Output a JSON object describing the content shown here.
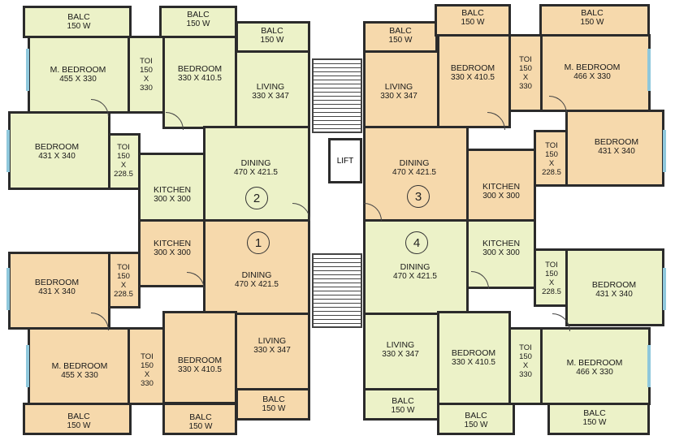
{
  "rooms": {
    "u1_kitchen": {
      "name": "KITCHEN",
      "dim": "300 X 300"
    },
    "u1_dining": {
      "name": "DINING",
      "dim": "470 X 421.5"
    },
    "u1_bed_431": {
      "name": "BEDROOM",
      "dim": "431 X 340"
    },
    "u1_mbed": {
      "name": "M. BEDROOM",
      "dim": "455 X 330"
    },
    "u1_bed_330": {
      "name": "BEDROOM",
      "dim": "330 X 410.5"
    },
    "u1_living": {
      "name": "LIVING",
      "dim": "330 X 347"
    },
    "u2_mbed": {
      "name": "M. BEDROOM",
      "dim": "455 X 330"
    },
    "u2_bed_330": {
      "name": "BEDROOM",
      "dim": "330 X 410.5"
    },
    "u2_living": {
      "name": "LIVING",
      "dim": "330 X 347"
    },
    "u2_bed_431": {
      "name": "BEDROOM",
      "dim": "431 X 340"
    },
    "u2_kitchen": {
      "name": "KITCHEN",
      "dim": "300 X 300"
    },
    "u2_dining": {
      "name": "DINING",
      "dim": "470 X 421.5"
    },
    "u3_living": {
      "name": "LIVING",
      "dim": "330 X 347"
    },
    "u3_bed_330": {
      "name": "BEDROOM",
      "dim": "330 X 410.5"
    },
    "u3_mbed": {
      "name": "M. BEDROOM",
      "dim": "466 X 330"
    },
    "u3_bed_431": {
      "name": "BEDROOM",
      "dim": "431 X 340"
    },
    "u3_kitchen": {
      "name": "KITCHEN",
      "dim": "300 X 300"
    },
    "u3_dining": {
      "name": "DINING",
      "dim": "470 X 421.5"
    },
    "u4_dining": {
      "name": "DINING",
      "dim": "470 X 421.5"
    },
    "u4_kitchen": {
      "name": "KITCHEN",
      "dim": "300 X 300"
    },
    "u4_bed_431": {
      "name": "BEDROOM",
      "dim": "431 X 340"
    },
    "u4_living": {
      "name": "LIVING",
      "dim": "330 X 347"
    },
    "u4_bed_330": {
      "name": "BEDROOM",
      "dim": "330 X 410.5"
    },
    "u4_mbed": {
      "name": "M. BEDROOM",
      "dim": "466 X 330"
    }
  },
  "toilets": {
    "u2_toi_a": {
      "t1": "TOI",
      "t2": "150",
      "t3": "X",
      "t4": "330"
    },
    "u2_toi_b": {
      "t1": "TOI",
      "t2": "150",
      "t3": "X",
      "t4": "228.5"
    },
    "u1_toi_a": {
      "t1": "TOI",
      "t2": "150",
      "t3": "X",
      "t4": "228.5"
    },
    "u1_toi_b": {
      "t1": "TOI",
      "t2": "150",
      "t3": "X",
      "t4": "330"
    },
    "u3_toi_a": {
      "t1": "TOI",
      "t2": "150",
      "t3": "X",
      "t4": "330"
    },
    "u3_toi_b": {
      "t1": "TOI",
      "t2": "150",
      "t3": "X",
      "t4": "228.5"
    },
    "u4_toi_a": {
      "t1": "TOI",
      "t2": "150",
      "t3": "X",
      "t4": "228.5"
    },
    "u4_toi_b": {
      "t1": "TOI",
      "t2": "150",
      "t3": "X",
      "t4": "330"
    }
  },
  "balconies": {
    "b_tl1": {
      "name": "BALC",
      "dim": "150 W"
    },
    "b_tl2": {
      "name": "BALC",
      "dim": "150 W"
    },
    "b_tl3": {
      "name": "BALC",
      "dim": "150 W"
    },
    "b_tr1": {
      "name": "BALC",
      "dim": "150 W"
    },
    "b_tr2": {
      "name": "BALC",
      "dim": "150 W"
    },
    "b_tr3": {
      "name": "BALC",
      "dim": "150 W"
    },
    "b_bl1": {
      "name": "BALC",
      "dim": "150 W"
    },
    "b_bl2": {
      "name": "BALC",
      "dim": "150 W"
    },
    "b_bl3": {
      "name": "BALC",
      "dim": "150 W"
    },
    "b_br1": {
      "name": "BALC",
      "dim": "150 W"
    },
    "b_br2": {
      "name": "BALC",
      "dim": "150 W"
    },
    "b_br3": {
      "name": "BALC",
      "dim": "150 W"
    }
  },
  "units": {
    "u1": "1",
    "u2": "2",
    "u3": "3",
    "u4": "4"
  },
  "core": {
    "lift": "LIFT"
  },
  "colors": {
    "green": "#ecf2c8",
    "tan": "#f6d9ac",
    "wall": "#2b2b2b",
    "window": "#8fc8dc"
  }
}
